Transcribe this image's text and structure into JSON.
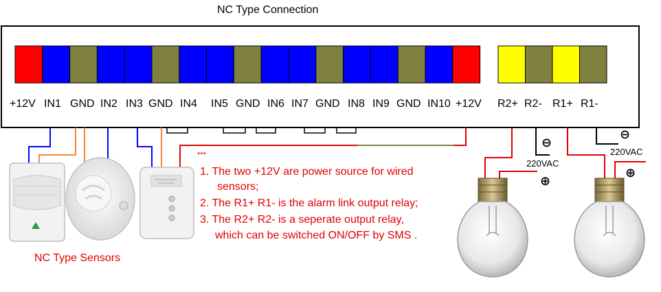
{
  "title": "NC Type Connection",
  "sensors_label": "NC Type Sensors",
  "notes_marker": "***",
  "notes": [
    "1. The two +12V are power source for wired",
    "sensors;",
    "2. The R1+ R1- is the alarm link output relay;",
    "3. The R2+ R2- is a seperate output relay,",
    "which can  be switched ON/OFF by SMS ."
  ],
  "terminal_block_main": {
    "labels": [
      "+12V",
      "IN1",
      "GND",
      "IN2",
      "IN3",
      "GND",
      "IN4",
      "IN5",
      "GND",
      "IN6",
      "IN7",
      "GND",
      "IN8",
      "IN9",
      "GND",
      "IN10",
      "+12V"
    ],
    "colors": [
      "#ff0000",
      "#0000ff",
      "#808040",
      "#0000ff",
      "#0000ff",
      "#808040",
      "#0000ff",
      "#0000ff",
      "#808040",
      "#0000ff",
      "#0000ff",
      "#808040",
      "#0000ff",
      "#0000ff",
      "#808040",
      "#0000ff",
      "#ff0000"
    ]
  },
  "terminal_block_relay": {
    "labels": [
      "R2+",
      "R2-",
      "R1+",
      "R1-"
    ],
    "colors": [
      "#ffff00",
      "#808040",
      "#ffff00",
      "#808040"
    ]
  },
  "lamp_circuits": [
    {
      "voltage": "220VAC",
      "minus": "⊖",
      "plus": "⊕"
    },
    {
      "voltage": "220VAC",
      "minus": "⊖",
      "plus": "⊕"
    }
  ],
  "colors": {
    "wire_blue": "#0000ff",
    "wire_orange": "#ff8040",
    "wire_red": "#e00000",
    "wire_olive": "#808040",
    "text_red": "#e00000"
  }
}
